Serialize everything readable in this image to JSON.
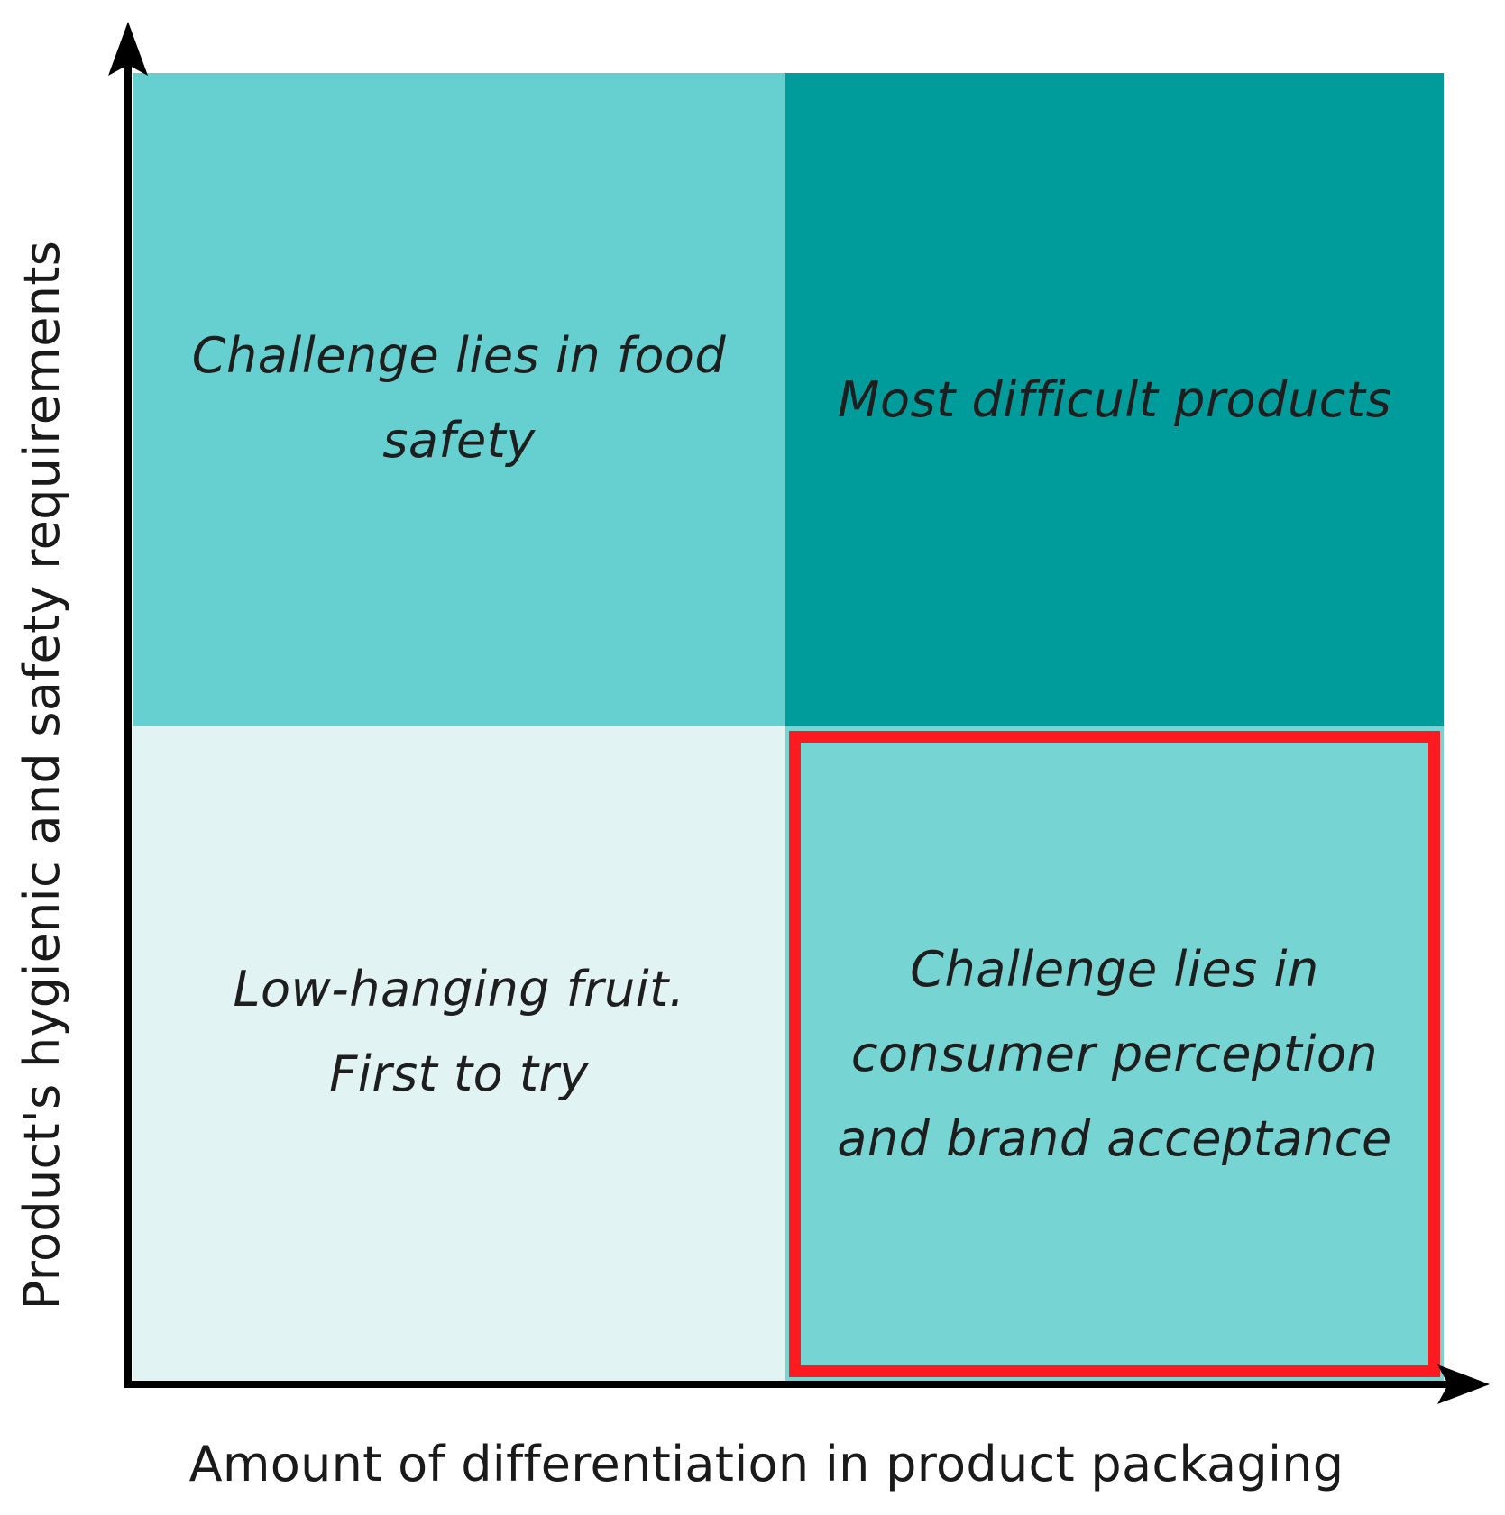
{
  "axes": {
    "x_label": "Amount of differentiation in product packaging",
    "y_label": "Product's hygienic and safety requirements"
  },
  "quadrants": {
    "top_left": {
      "lines": [
        "Challenge lies in food",
        "safety"
      ],
      "color": "#66cfcf"
    },
    "top_right": {
      "lines": [
        "Most difficult products"
      ],
      "color": "#009c9c"
    },
    "bottom_left": {
      "lines": [
        "Low-hanging fruit.",
        "First to try"
      ],
      "color": "#e1f3f3"
    },
    "bottom_right": {
      "lines": [
        "Challenge lies in",
        "consumer perception",
        "and brand acceptance"
      ],
      "color": "#76d4d2",
      "highlighted": true
    }
  },
  "colors": {
    "highlight_border": "#ff1a1f",
    "axis": "#000000"
  }
}
